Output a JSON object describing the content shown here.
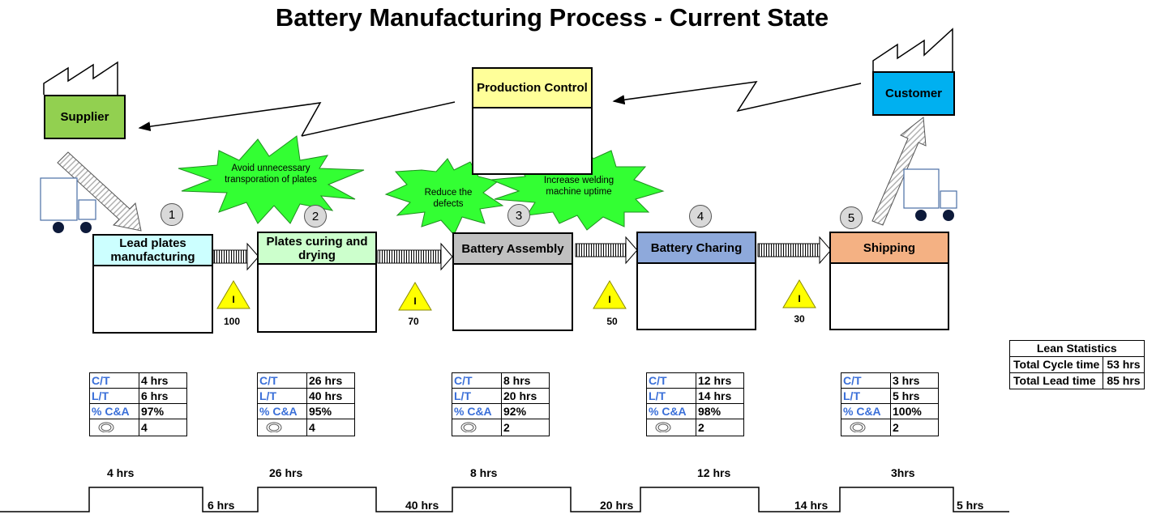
{
  "title": "Battery Manufacturing Process - Current State",
  "supplier": {
    "label": "Supplier",
    "color": "#92d050"
  },
  "customer": {
    "label": "Customer",
    "color": "#00b0f0"
  },
  "production_control": {
    "label": "Production Control",
    "color": "#ffff99"
  },
  "kaizen_bursts": [
    "Avoid unnecessary transporation of plates",
    "Reduce the defects",
    "Increase welding machine uptime"
  ],
  "processes": [
    {
      "number": "1",
      "name": "Lead plates manufacturing",
      "color": "#ccffff",
      "metrics": [
        {
          "key": "C/T",
          "value": "4 hrs"
        },
        {
          "key": "L/T",
          "value": "6 hrs"
        },
        {
          "key": "% C&A",
          "value": "97%"
        },
        {
          "key": "operator-icon",
          "value": "4"
        }
      ]
    },
    {
      "number": "2",
      "name": "Plates curing and drying",
      "color": "#ccffcc",
      "metrics": [
        {
          "key": "C/T",
          "value": "26 hrs"
        },
        {
          "key": "L/T",
          "value": "40 hrs"
        },
        {
          "key": "% C&A",
          "value": "95%"
        },
        {
          "key": "operator-icon",
          "value": "4"
        }
      ]
    },
    {
      "number": "3",
      "name": "Battery Assembly",
      "color": "#c0c0c0",
      "metrics": [
        {
          "key": "C/T",
          "value": "8 hrs"
        },
        {
          "key": "L/T",
          "value": "20 hrs"
        },
        {
          "key": "% C&A",
          "value": "92%"
        },
        {
          "key": "operator-icon",
          "value": "2"
        }
      ]
    },
    {
      "number": "4",
      "name": "Battery Charing",
      "color": "#8ea9db",
      "metrics": [
        {
          "key": "C/T",
          "value": "12 hrs"
        },
        {
          "key": "L/T",
          "value": "14 hrs"
        },
        {
          "key": "% C&A",
          "value": "98%"
        },
        {
          "key": "operator-icon",
          "value": "2"
        }
      ]
    },
    {
      "number": "5",
      "name": "Shipping",
      "color": "#f4b183",
      "metrics": [
        {
          "key": "C/T",
          "value": "3 hrs"
        },
        {
          "key": "L/T",
          "value": "5 hrs"
        },
        {
          "key": "% C&A",
          "value": "100%"
        },
        {
          "key": "operator-icon",
          "value": "2"
        }
      ]
    }
  ],
  "inventory": [
    {
      "symbol": "I",
      "quantity": "100"
    },
    {
      "symbol": "I",
      "quantity": "70"
    },
    {
      "symbol": "I",
      "quantity": "50"
    },
    {
      "symbol": "I",
      "quantity": "30"
    }
  ],
  "timeline": {
    "process_times": [
      "4 hrs",
      "26 hrs",
      "8 hrs",
      "12 hrs",
      "3hrs"
    ],
    "wait_times": [
      "6 hrs",
      "40 hrs",
      "20 hrs",
      "14 hrs",
      "5 hrs"
    ]
  },
  "lean_statistics": {
    "title": "Lean Statistics",
    "rows": [
      {
        "label": "Total Cycle time",
        "value": "53 hrs"
      },
      {
        "label": "Total Lead time",
        "value": "85 hrs"
      }
    ]
  },
  "colors": {
    "metric_key": "#3a6fd8",
    "burst": "#33ff33",
    "inventory": "#ffff00"
  }
}
